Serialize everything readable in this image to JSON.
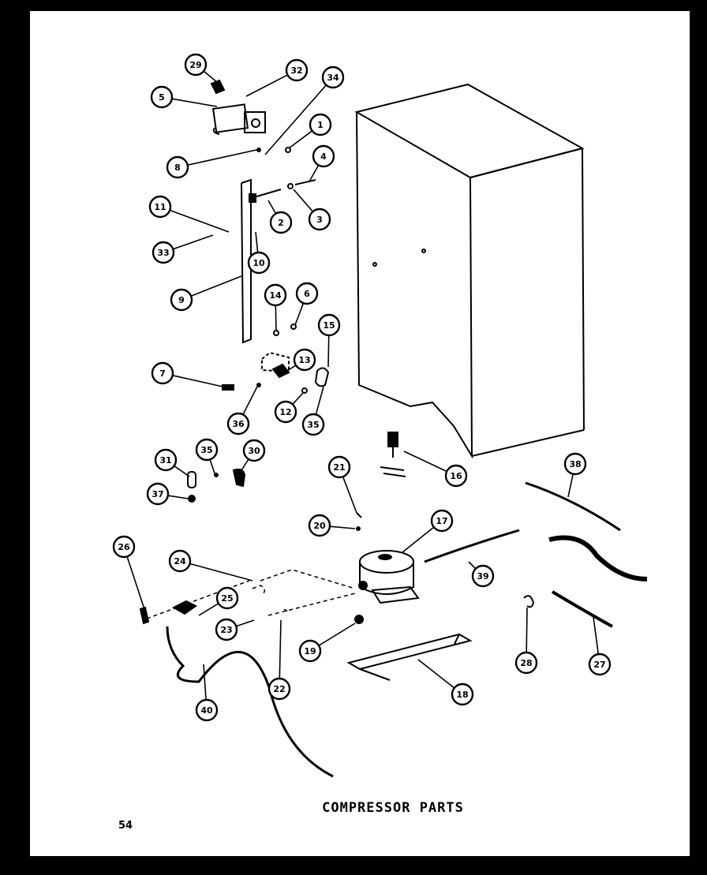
{
  "title": "COMPRESSOR PARTS",
  "page_number": "54",
  "callouts": [
    {
      "id": "c29a",
      "label": "29"
    },
    {
      "id": "c32",
      "label": "32"
    },
    {
      "id": "c34",
      "label": "34"
    },
    {
      "id": "c5",
      "label": "5"
    },
    {
      "id": "c1",
      "label": "1"
    },
    {
      "id": "c8a",
      "label": "8"
    },
    {
      "id": "c4",
      "label": "4"
    },
    {
      "id": "c2",
      "label": "2"
    },
    {
      "id": "c3",
      "label": "3"
    },
    {
      "id": "c11",
      "label": "11"
    },
    {
      "id": "c33",
      "label": "33"
    },
    {
      "id": "c10",
      "label": "10"
    },
    {
      "id": "c9",
      "label": "9"
    },
    {
      "id": "c14",
      "label": "14"
    },
    {
      "id": "c6",
      "label": "6"
    },
    {
      "id": "c15",
      "label": "15"
    },
    {
      "id": "c13",
      "label": "13"
    },
    {
      "id": "c7",
      "label": "7"
    },
    {
      "id": "c12",
      "label": "12"
    },
    {
      "id": "c36a",
      "label": "36"
    },
    {
      "id": "c35a",
      "label": "35"
    },
    {
      "id": "c31",
      "label": "31"
    },
    {
      "id": "c35b",
      "label": "35"
    },
    {
      "id": "c30",
      "label": "30"
    },
    {
      "id": "c37",
      "label": "37"
    },
    {
      "id": "c16",
      "label": "16"
    },
    {
      "id": "c21",
      "label": "21"
    },
    {
      "id": "c38",
      "label": "38"
    },
    {
      "id": "c20",
      "label": "20"
    },
    {
      "id": "c17",
      "label": "17"
    },
    {
      "id": "c26",
      "label": "26"
    },
    {
      "id": "c24",
      "label": "24"
    },
    {
      "id": "c39",
      "label": "39"
    },
    {
      "id": "c25",
      "label": "25"
    },
    {
      "id": "c23",
      "label": "23"
    },
    {
      "id": "c19",
      "label": "19"
    },
    {
      "id": "c28",
      "label": "28"
    },
    {
      "id": "c27",
      "label": "27"
    },
    {
      "id": "c22",
      "label": "22"
    },
    {
      "id": "c18",
      "label": "18"
    },
    {
      "id": "c40",
      "label": "40"
    }
  ]
}
